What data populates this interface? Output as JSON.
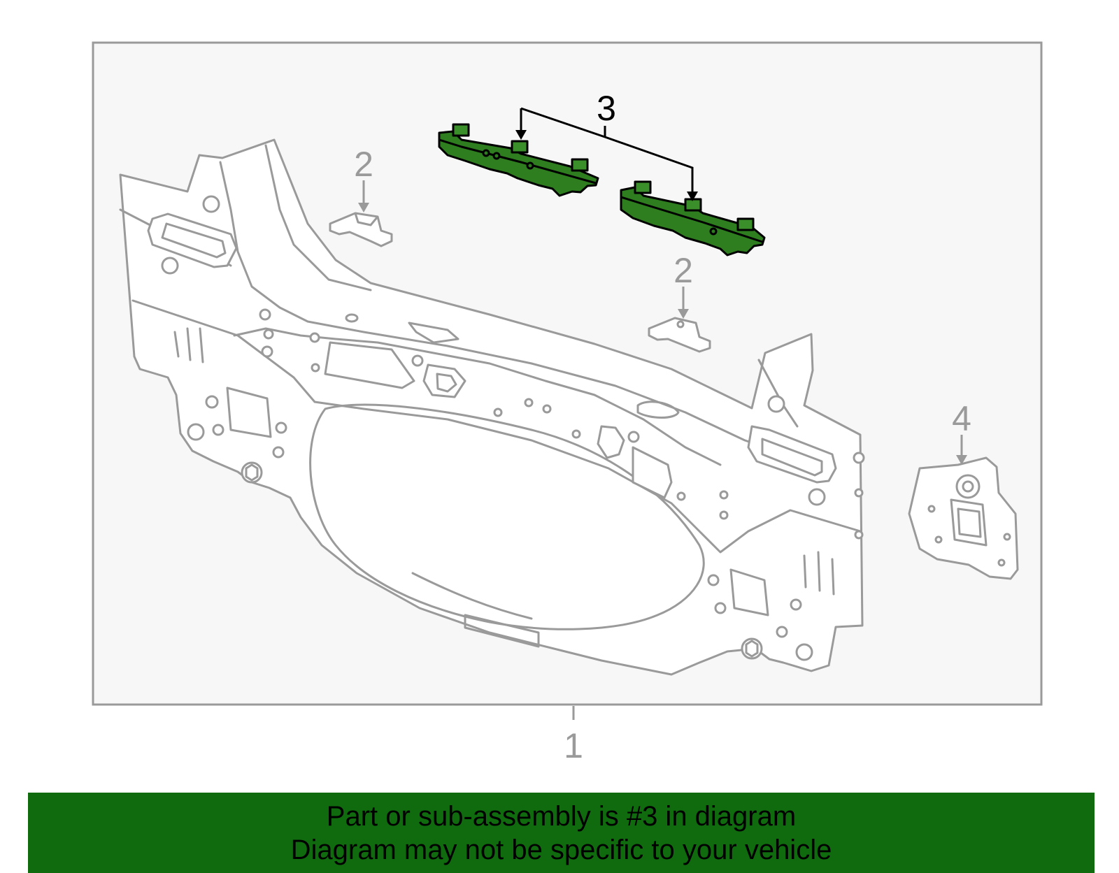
{
  "callouts": {
    "c1": "1",
    "c2a": "2",
    "c2b": "2",
    "c3": "3",
    "c4": "4"
  },
  "banner": {
    "line1": "Part or sub-assembly is #3 in diagram",
    "line2": "Diagram may not be specific to your vehicle"
  },
  "colors": {
    "highlight": "#2e7d1f",
    "banner": "#0f6b0d",
    "outline": "#9a9a9a",
    "frame_bg": "#f7f7f7"
  }
}
